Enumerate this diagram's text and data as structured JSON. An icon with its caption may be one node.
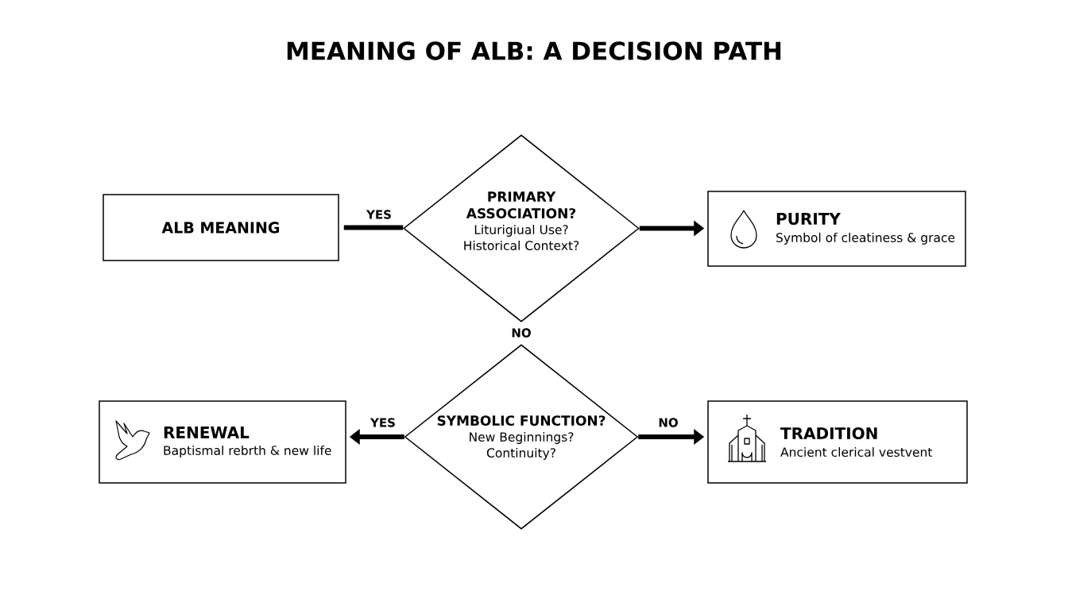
{
  "diagram": {
    "title": "MEANING OF ALB: A DECISION PATH",
    "nodes": [
      {
        "text": [
          "ALB MEANING"
        ]
      },
      {
        "text": [
          "PRIMARY ASSOCIATION?",
          "Liturigiual Use? Historical Context?"
        ]
      },
      {
        "text": [
          "PURITY",
          "Symbol of cleatiness & grace"
        ]
      },
      {
        "text": [
          "SYMBOLIC FUNCTION?",
          "New Beginnings? Continuity?"
        ]
      },
      {
        "text": [
          "RENEWAL",
          "Baptismal rebrth & new life"
        ]
      },
      {
        "text": [
          "TRADITION",
          "Ancient clerical vestvent"
        ]
      }
    ],
    "edges": [
      {
        "from": 0,
        "to": 1,
        "arrow": "none",
        "label": "YES"
      },
      {
        "from": 1,
        "to": 2,
        "arrow": "to"
      },
      {
        "from": 3,
        "to": 4,
        "arrow": "to",
        "label": "YES"
      },
      {
        "from": 3,
        "to": 5,
        "arrow": "to",
        "label": "NO"
      }
    ],
    "labels": [
      "NO"
    ]
  }
}
